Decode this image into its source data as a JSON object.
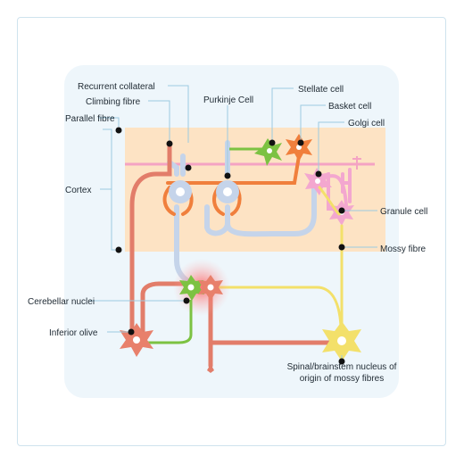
{
  "labels": {
    "recurrent_collateral": "Recurrent collateral",
    "climbing_fibre": "Climbing fibre",
    "parallel_fibre": "Parallel fibre",
    "purkinje_cell": "Purkinje Cell",
    "stellate_cell": "Stellate cell",
    "basket_cell": "Basket cell",
    "golgi_cell": "Golgi cell",
    "cortex": "Cortex",
    "granule_cell": "Granule cell",
    "mossy_fibre": "Mossy fibre",
    "cerebellar_nuclei": "Cerebellar nuclei",
    "inferior_olive": "Inferior olive",
    "spinal_nucleus_line1": "Spinal/brainstem nucleus of",
    "spinal_nucleus_line2": "origin of mossy fibres"
  },
  "colors": {
    "cortex_region": "#fde3c4",
    "panel_background": "#eef6fb",
    "purkinje": "#c5d4ea",
    "climbing_fibre": "#e27d6a",
    "parallel_fibre": "#f4a3c3",
    "stellate_cell": "#7cc242",
    "basket_cell": "#f07f3c",
    "golgi_cell": "#f3a7cf",
    "mossy_fibre": "#f3e06a",
    "inferior_olive": "#e8806b",
    "nuclei_glow": "#ff6b6b",
    "leader_line": "#9ccbe0",
    "marker": "#111111"
  }
}
